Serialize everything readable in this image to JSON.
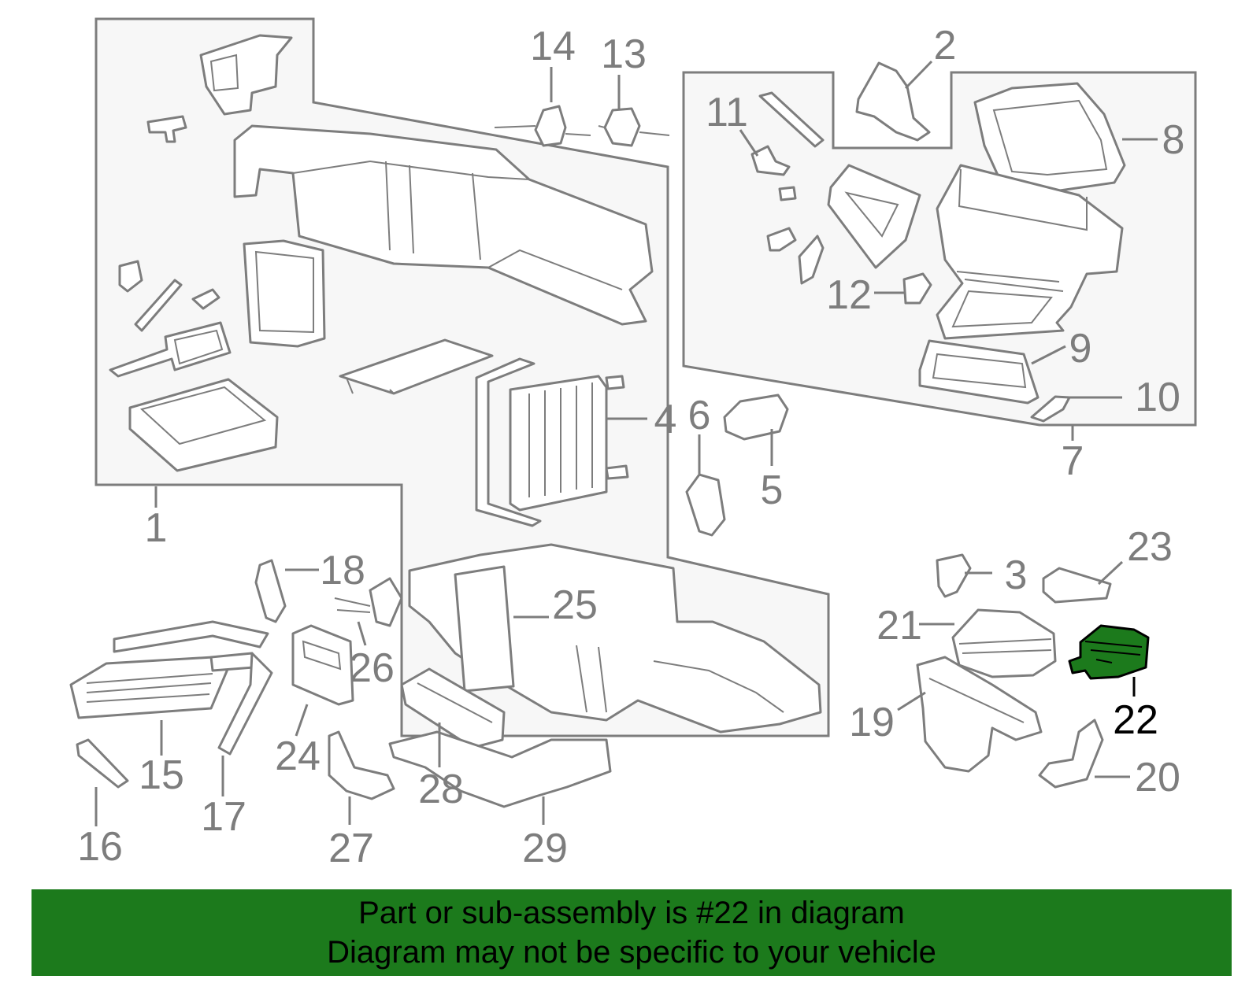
{
  "diagram": {
    "highlighted_part": "22",
    "highlight_color": "#1c7a1c",
    "line_color": "#7d7d7d",
    "callouts": [
      "1",
      "2",
      "3",
      "4",
      "5",
      "6",
      "7",
      "8",
      "9",
      "10",
      "11",
      "12",
      "13",
      "14",
      "15",
      "16",
      "17",
      "18",
      "19",
      "20",
      "21",
      "22",
      "23",
      "24",
      "25",
      "26",
      "27",
      "28",
      "29"
    ]
  },
  "banner": {
    "line1": "Part or sub-assembly is #22 in diagram",
    "line2": "Diagram may not be specific to your vehicle",
    "background": "#1c7a1c"
  }
}
